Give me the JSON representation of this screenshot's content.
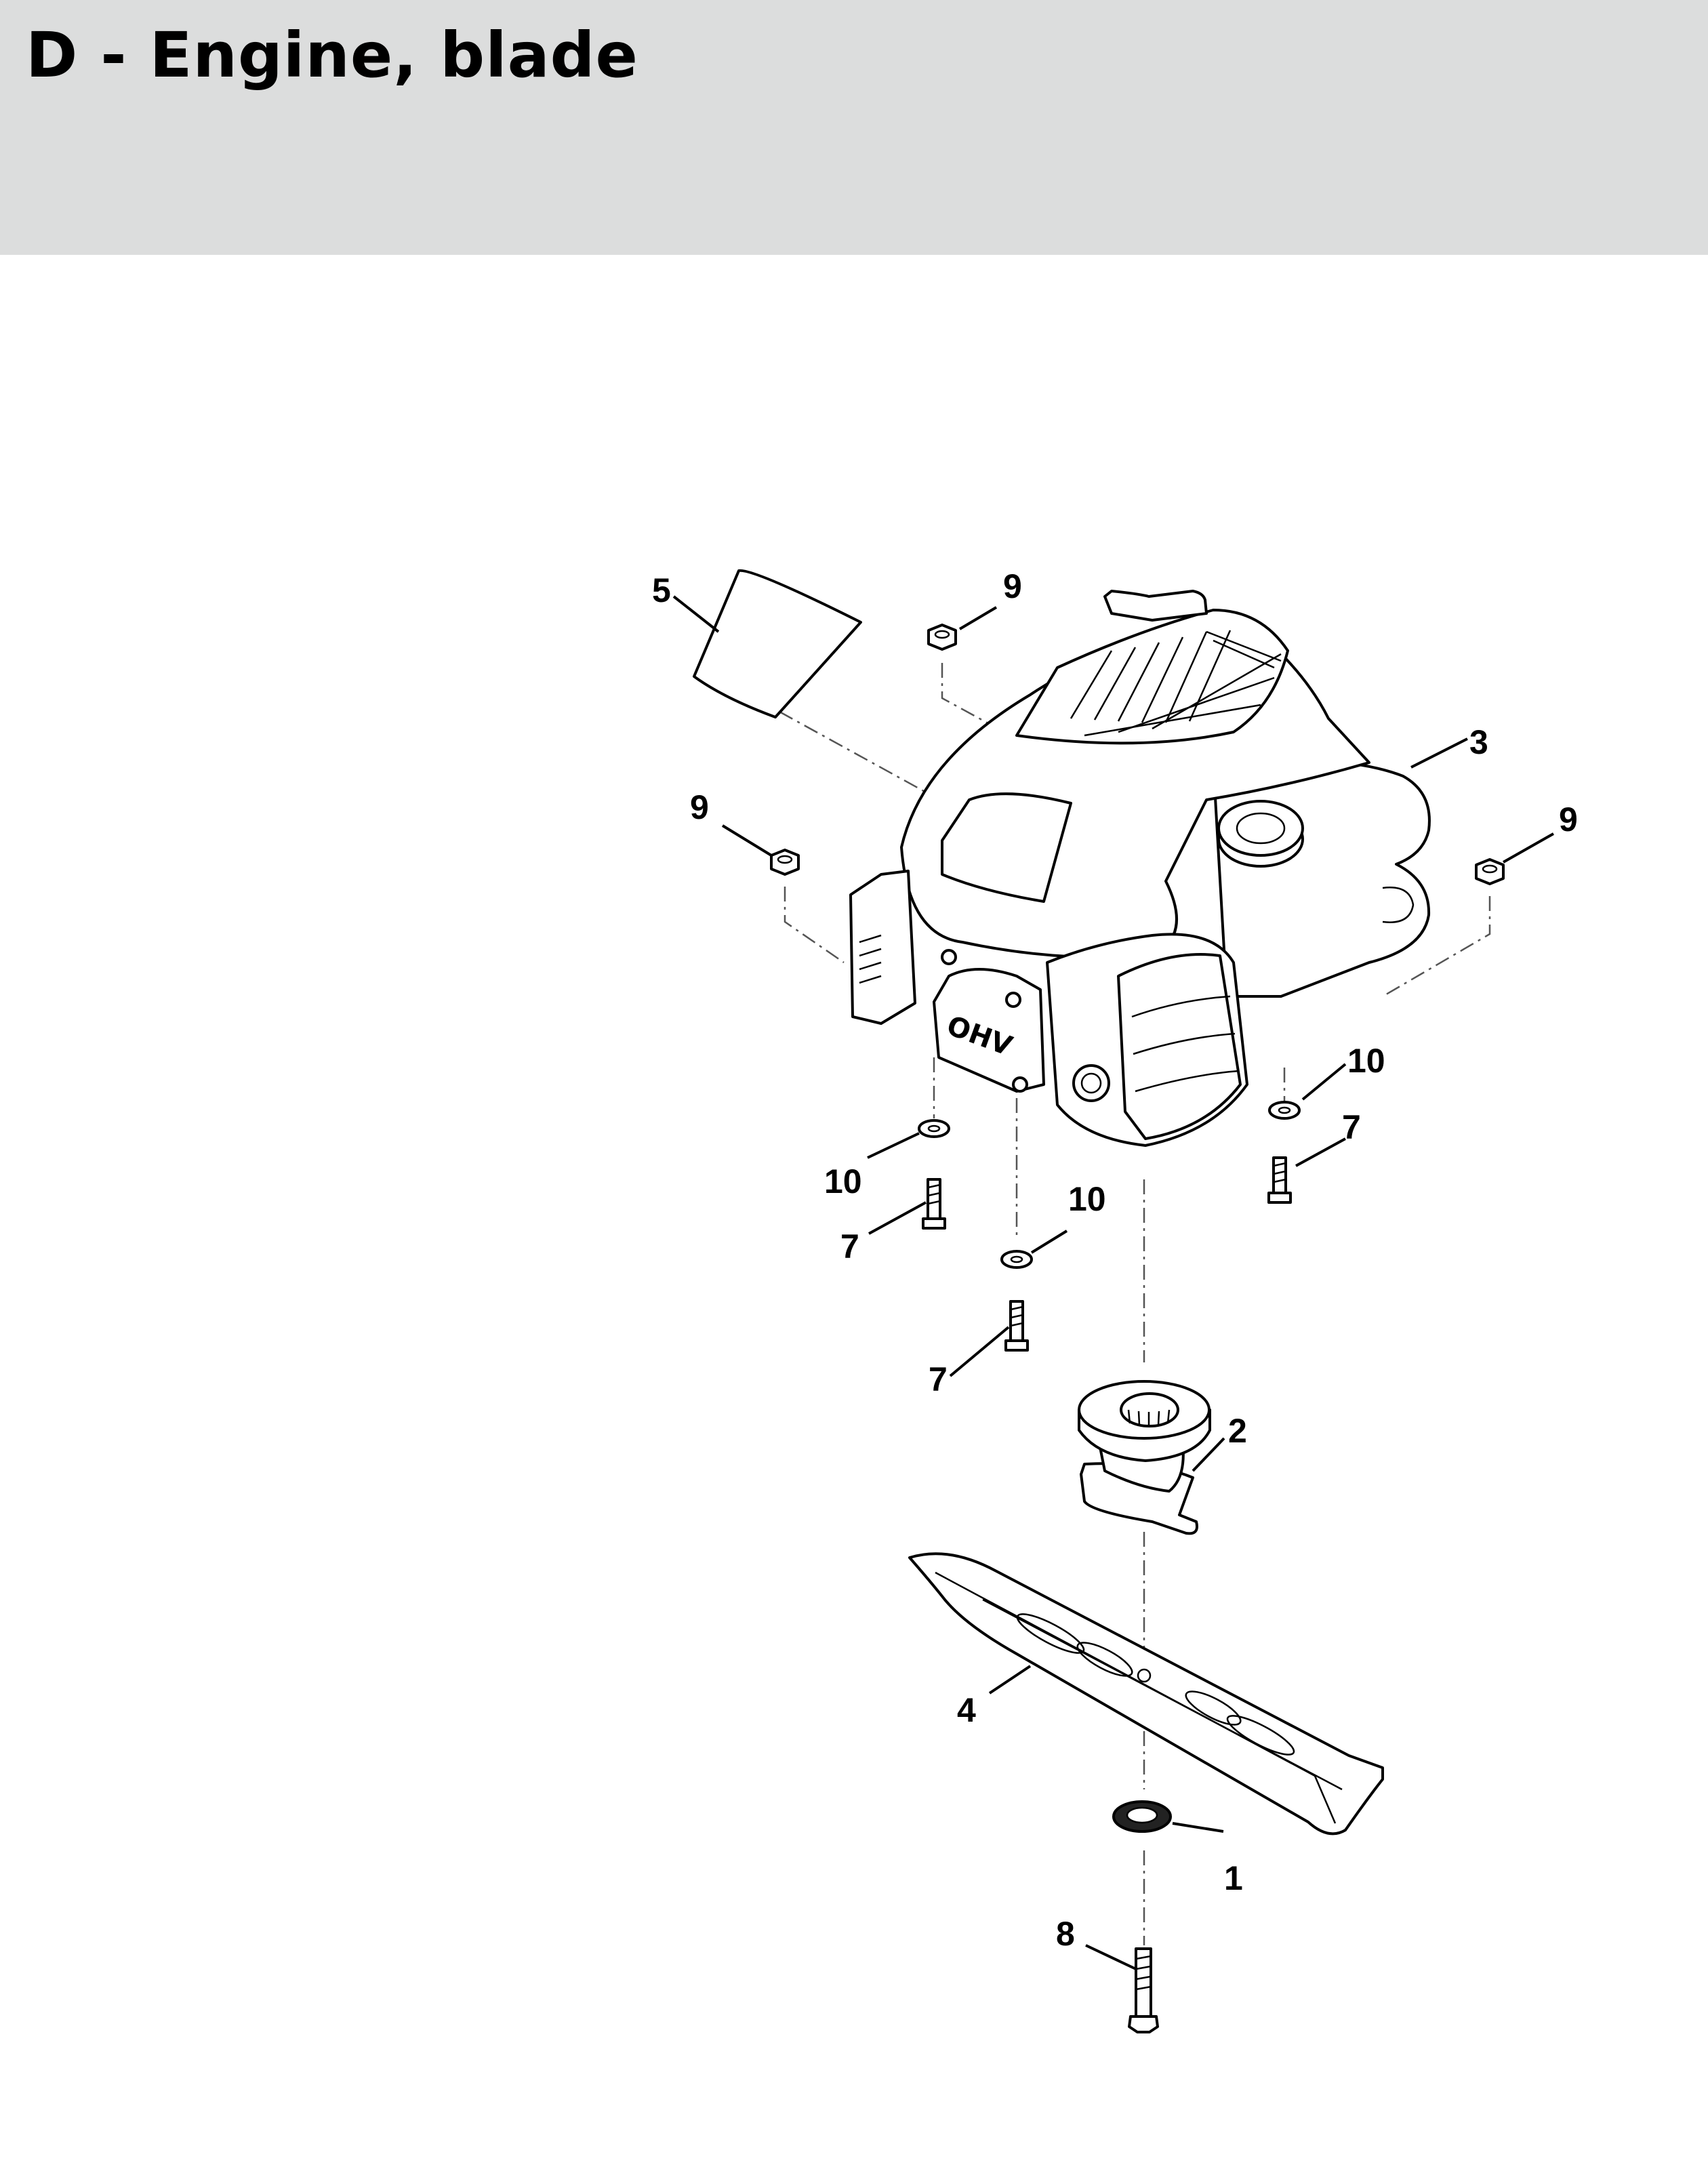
{
  "page": {
    "title": "D - Engine, blade",
    "background": "#ffffff",
    "header_color": "#dcdddd"
  },
  "callouts": [
    {
      "id": "c5",
      "label": "5"
    },
    {
      "id": "c9a",
      "label": "9"
    },
    {
      "id": "c9b",
      "label": "9"
    },
    {
      "id": "c9c",
      "label": "9"
    },
    {
      "id": "c3",
      "label": "3"
    },
    {
      "id": "c10a",
      "label": "10"
    },
    {
      "id": "c10b",
      "label": "10"
    },
    {
      "id": "c10c",
      "label": "10"
    },
    {
      "id": "c7a",
      "label": "7"
    },
    {
      "id": "c7b",
      "label": "7"
    },
    {
      "id": "c7c",
      "label": "7"
    },
    {
      "id": "c2",
      "label": "2"
    },
    {
      "id": "c4",
      "label": "4"
    },
    {
      "id": "c1",
      "label": "1"
    },
    {
      "id": "c8",
      "label": "8"
    }
  ],
  "engine": {
    "badge": "OHV"
  }
}
